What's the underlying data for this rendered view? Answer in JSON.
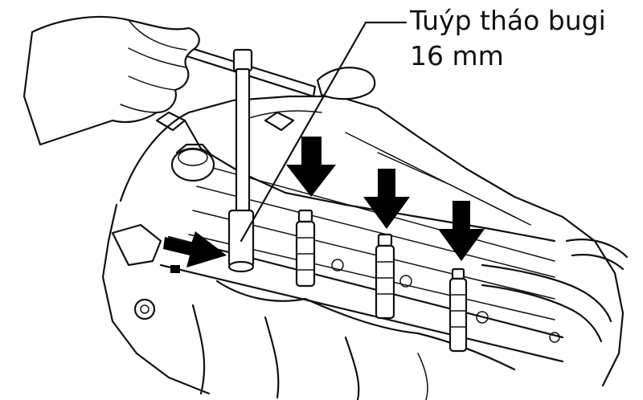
{
  "callout": {
    "line1": "Tuýp tháo bugi",
    "line2": "16 mm"
  },
  "colors": {
    "ink": "#111111",
    "background": "#ffffff"
  },
  "icons": [
    "spark-plug-socket-wrench",
    "spark-plug",
    "down-arrow-icon",
    "right-arrow-icon",
    "hand"
  ]
}
